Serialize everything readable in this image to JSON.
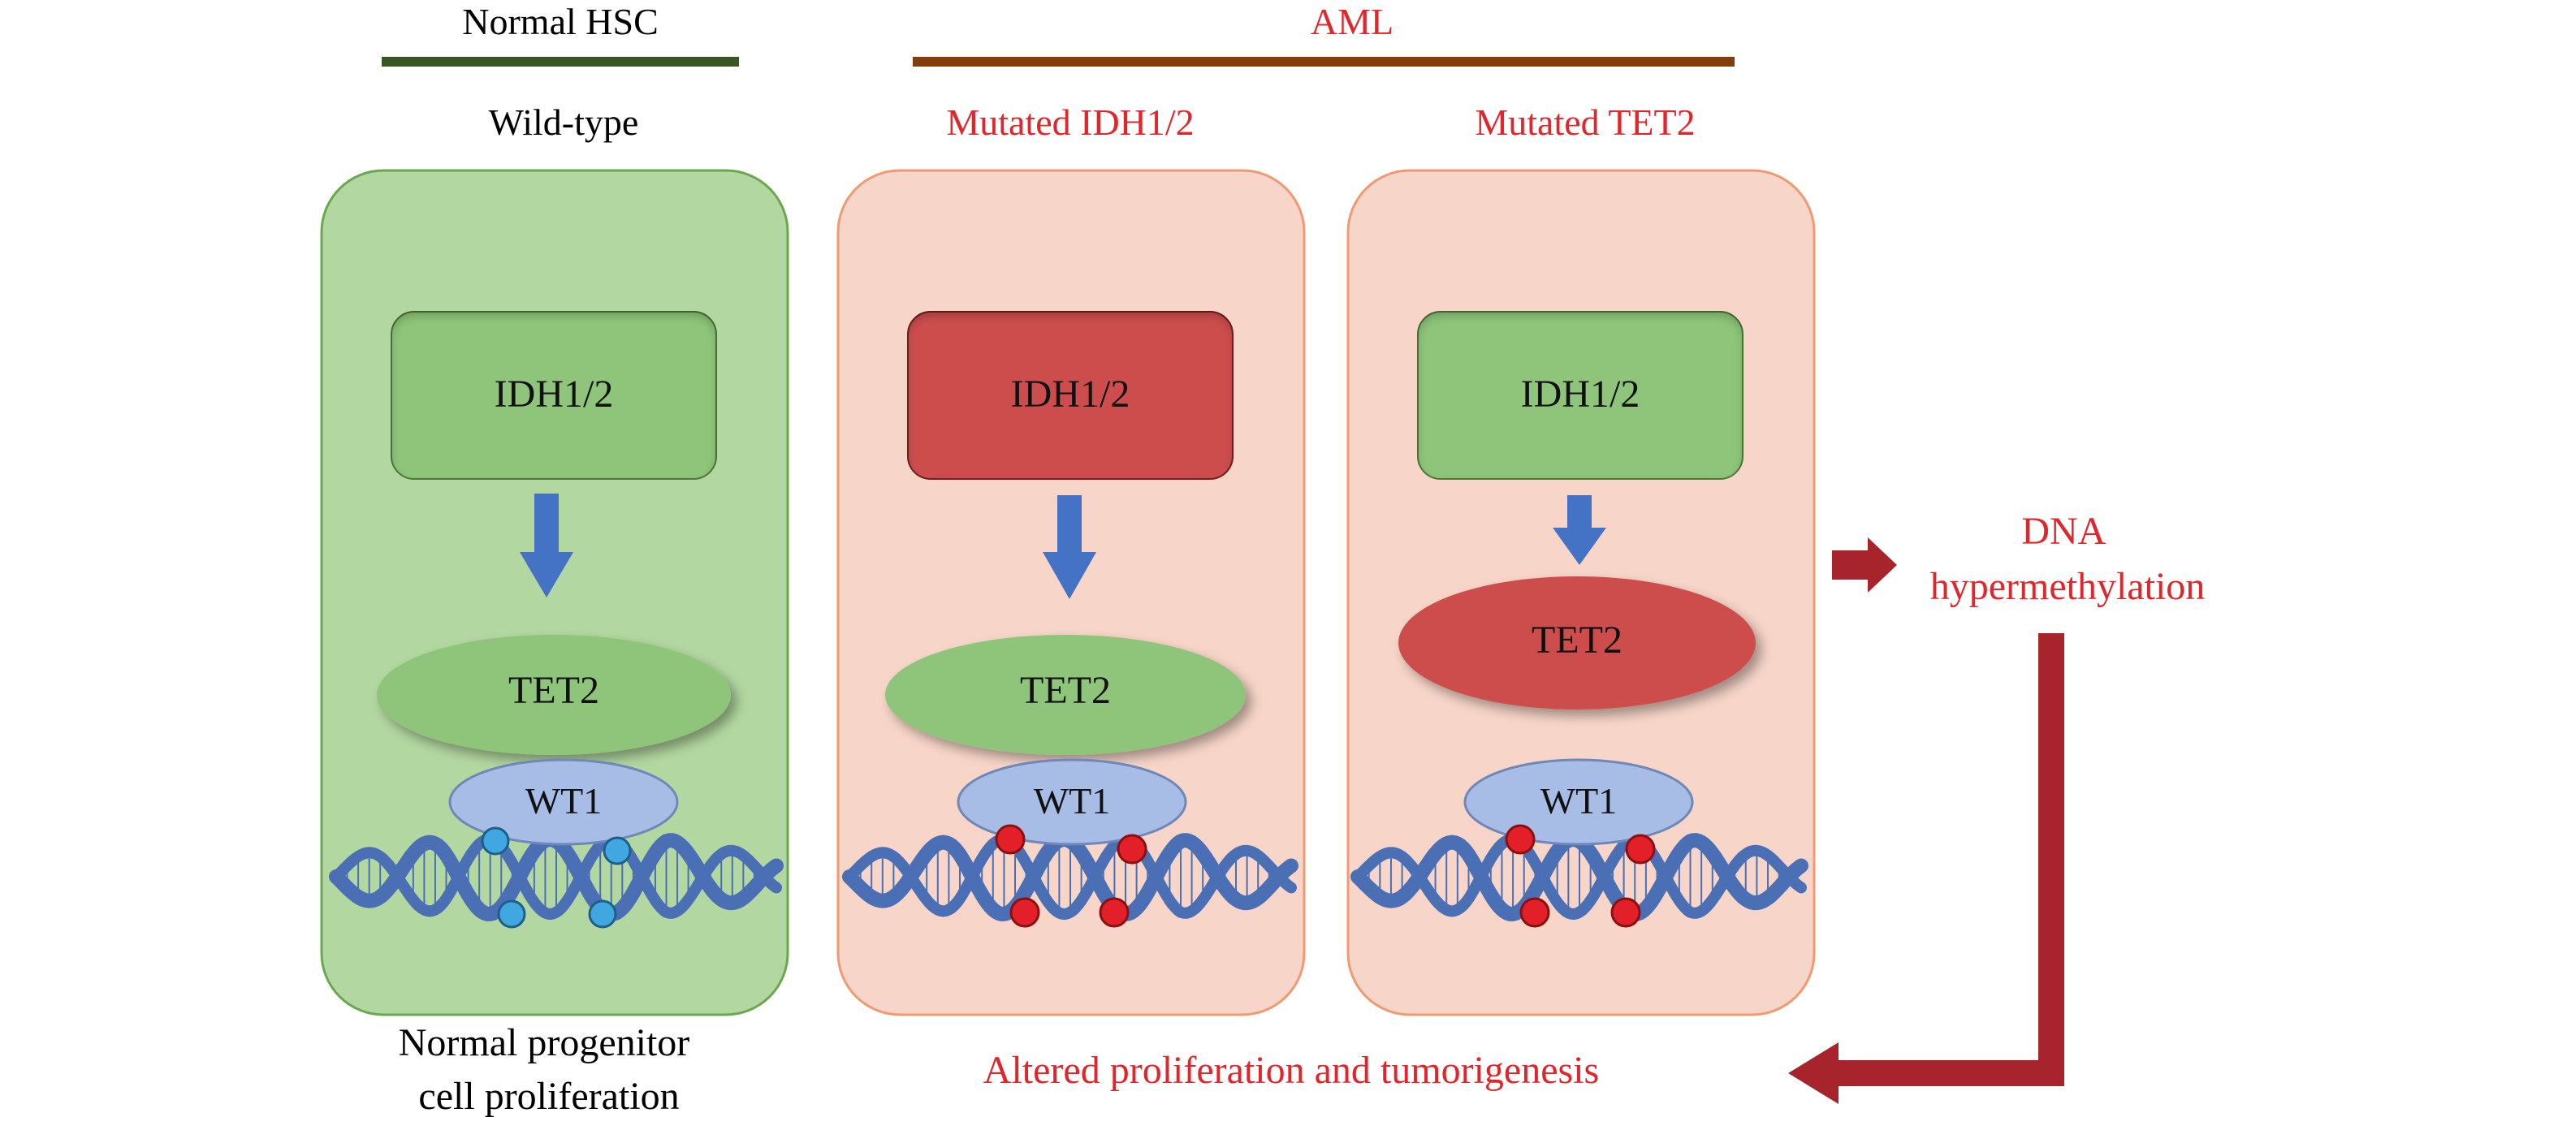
{
  "headers": {
    "normal": "Normal HSC",
    "aml": "AML"
  },
  "panels": [
    {
      "subtitle": "Wild-type",
      "enzyme": "IDH1/2",
      "target": "TET2",
      "factor": "WT1"
    },
    {
      "subtitle": "Mutated IDH1/2",
      "enzyme": "IDH1/2",
      "target": "TET2",
      "factor": "WT1"
    },
    {
      "subtitle": "Mutated TET2",
      "enzyme": "IDH1/2",
      "target": "TET2",
      "factor": "WT1"
    }
  ],
  "outcomes": {
    "dna_line1": "DNA",
    "dna_line2": "hypermethylation",
    "normal_line1": "Normal progenitor",
    "normal_line2": "cell proliferation",
    "altered": "Altered proliferation and tumorigenesis"
  },
  "colors": {
    "normal_bar": "#375623",
    "aml_bar": "#843c0c",
    "red_text": "#e0252b",
    "green_panel": "#b3d7a0",
    "salmon_panel": "#f7d5c8",
    "green_box": "#8ec57a",
    "red_box": "#cd4e4e",
    "blue_arrow": "#4472c4",
    "wt1": "#a7bde6",
    "dna": "#4a6fb5",
    "unmethylated": "#41a7e0",
    "methylated": "#e3202a",
    "flow_arrow": "#a8242c"
  }
}
